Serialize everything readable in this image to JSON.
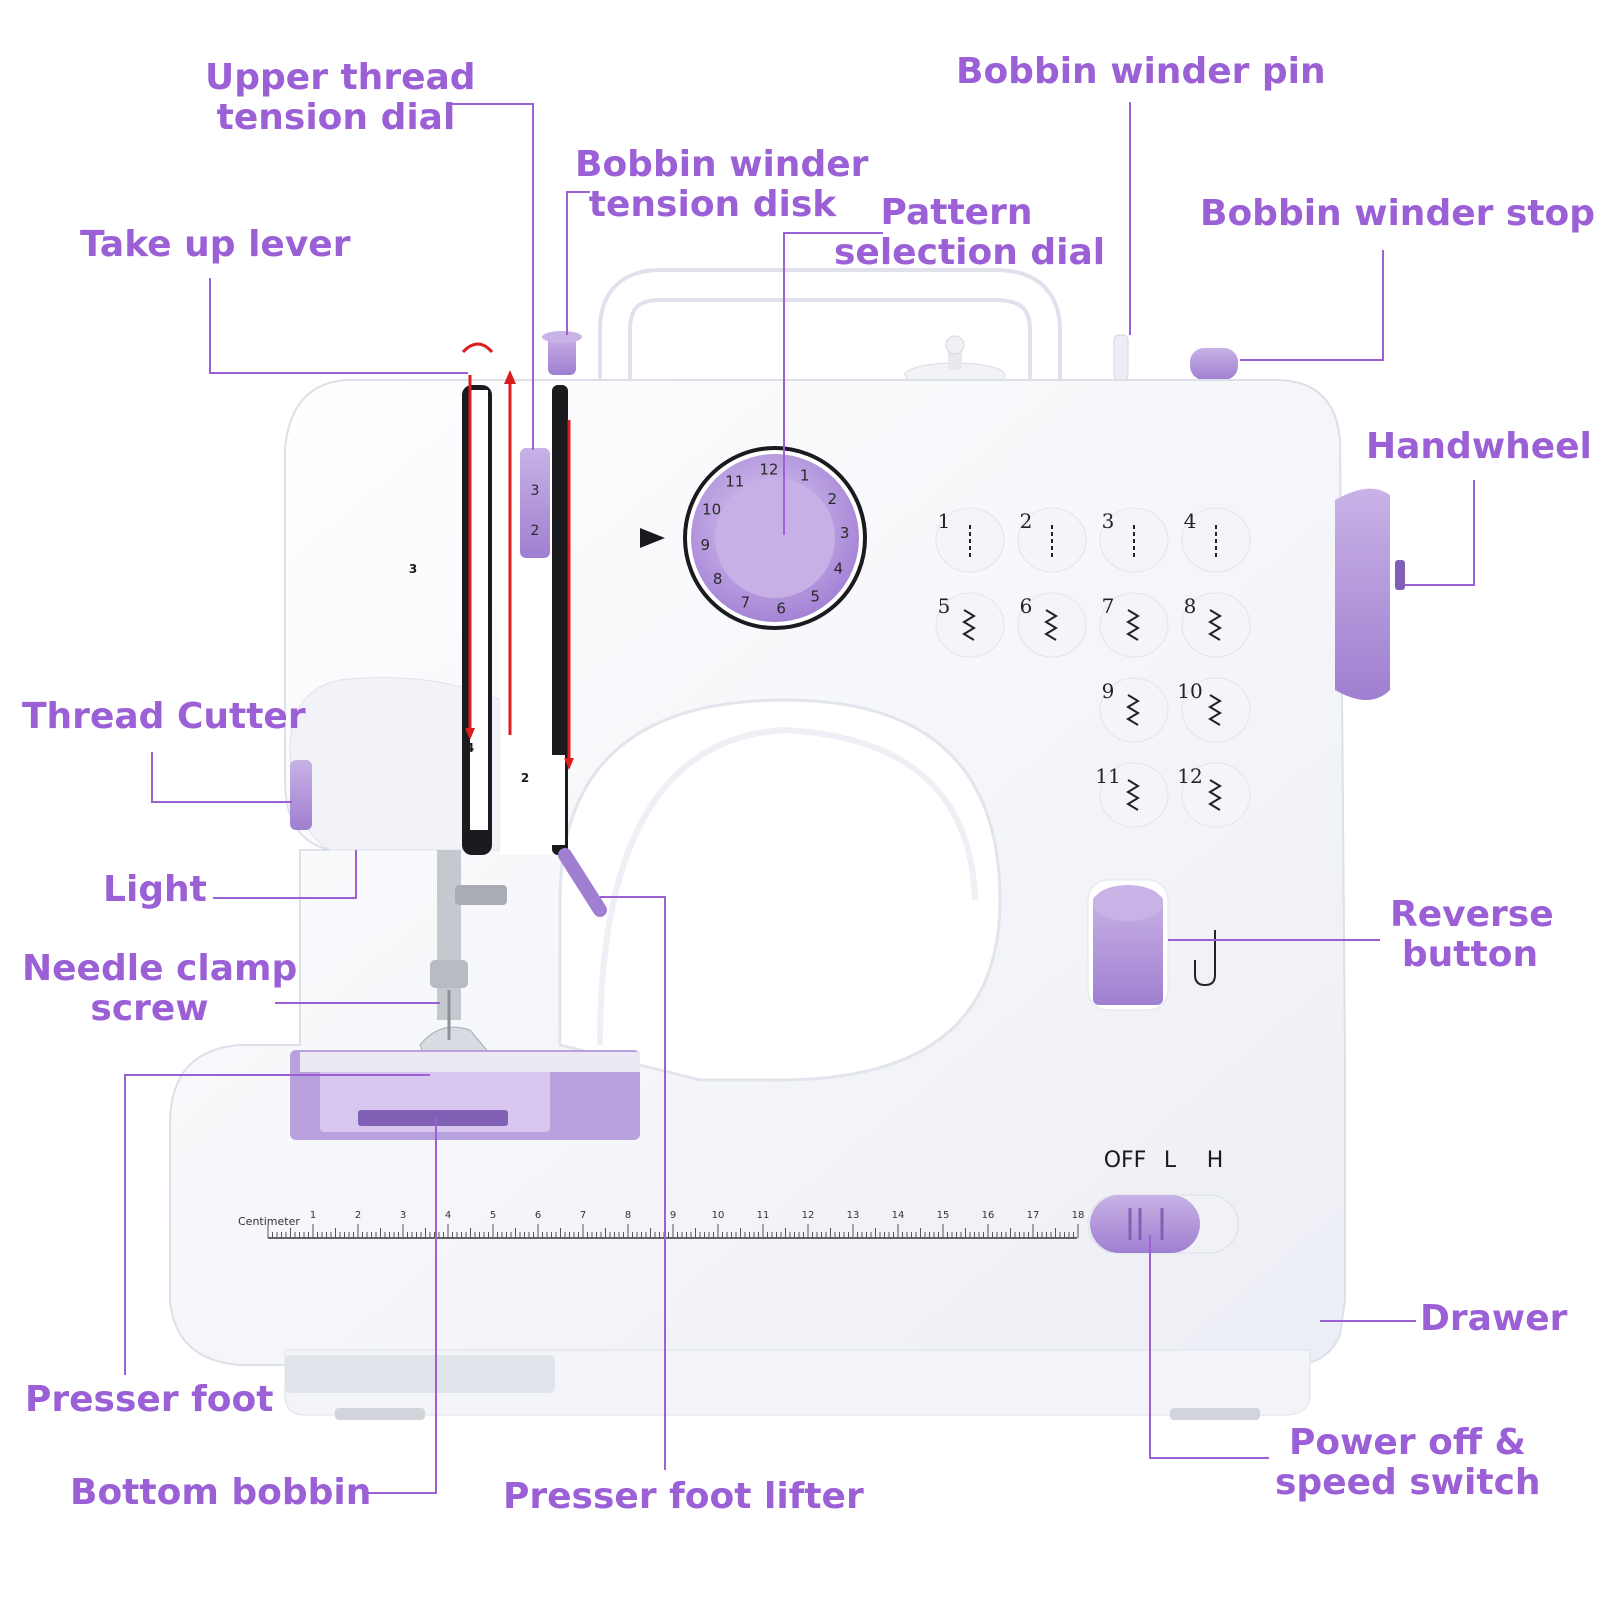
{
  "colors": {
    "label": "#9b5fd6",
    "leader": "#9b5fd6",
    "machine_body": "#ffffff",
    "machine_shadow": "#e4e6ee",
    "accent_purple": "#b59ad9",
    "dark_purple": "#8f6cc2",
    "thread_red": "#d81e1e"
  },
  "labels": {
    "upper_thread_tension_dial": [
      "Upper thread",
      "tension dial"
    ],
    "bobbin_winder_pin": "Bobbin winder pin",
    "bobbin_winder_tension_disk": [
      "Bobbin winder",
      "tension disk"
    ],
    "pattern_selection_dial": [
      "Pattern",
      "selection dial"
    ],
    "bobbin_winder_stop": "Bobbin winder stop",
    "take_up_lever": "Take up lever",
    "handwheel": "Handwheel",
    "thread_cutter": "Thread Cutter",
    "light": "Light",
    "needle_clamp_screw": [
      "Needle clamp",
      "screw"
    ],
    "reverse_button": [
      "Reverse",
      "button"
    ],
    "presser_foot": "Presser foot",
    "drawer": "Drawer",
    "bottom_bobbin": "Bottom bobbin",
    "presser_foot_lifter": "Presser foot lifter",
    "power_off_speed_switch": [
      "Power off &",
      "speed switch"
    ]
  },
  "machine": {
    "dial_numbers": [
      "12",
      "11",
      "10",
      "9",
      "8",
      "7",
      "6",
      "5",
      "4",
      "3",
      "2",
      "1"
    ],
    "tension_dial_numbers": [
      "3",
      "2"
    ],
    "stitch_numbers": [
      "1",
      "2",
      "3",
      "4",
      "5",
      "6",
      "7",
      "8",
      "9",
      "10",
      "11",
      "12"
    ],
    "thread_path_numbers": [
      "3",
      "4",
      "2"
    ],
    "switch_labels": [
      "OFF",
      "L",
      "H"
    ],
    "ruler_caption": "Centimeter",
    "ruler_numbers": [
      "1",
      "2",
      "3",
      "4",
      "5",
      "6",
      "7",
      "8",
      "9",
      "10",
      "11",
      "12",
      "13",
      "14",
      "15",
      "16",
      "17",
      "18"
    ]
  }
}
